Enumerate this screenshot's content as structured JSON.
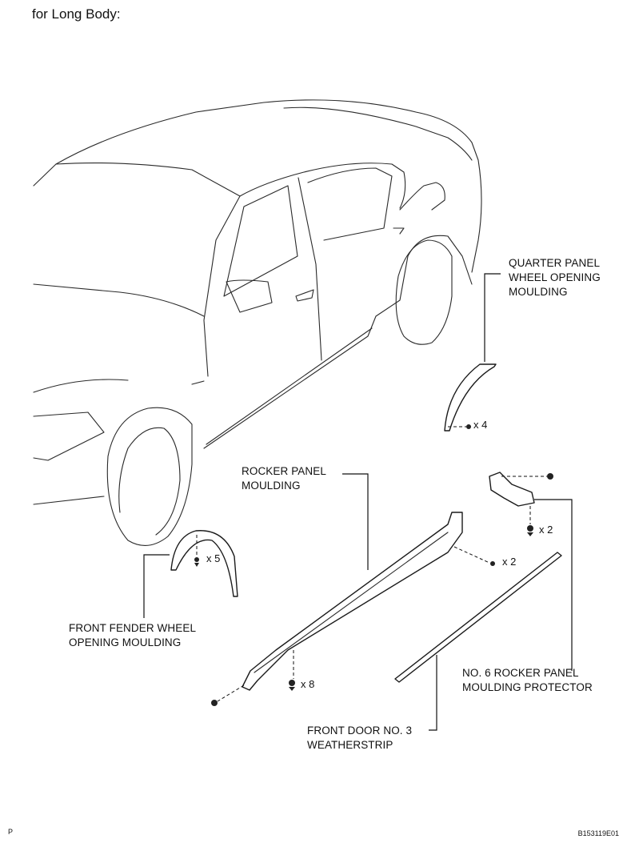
{
  "heading": "for Long Body:",
  "labels": {
    "quarter": [
      "QUARTER PANEL",
      "WHEEL OPENING",
      "MOULDING"
    ],
    "rocker": [
      "ROCKER PANEL",
      "MOULDING"
    ],
    "front_fender": [
      "FRONT FENDER WHEEL",
      "OPENING MOULDING"
    ],
    "protector": [
      "NO. 6 ROCKER PANEL",
      "MOULDING PROTECTOR"
    ],
    "weatherstrip": [
      "FRONT DOOR NO. 3",
      "WEATHERSTRIP"
    ]
  },
  "quantities": {
    "quarter_clips": "x 4",
    "fender_clips": "x 5",
    "rocker_bolts": "x 2",
    "protector_screws": "x 2",
    "rocker_clips": "x 8"
  },
  "footer": {
    "left": "P",
    "right": "B153119E01"
  }
}
